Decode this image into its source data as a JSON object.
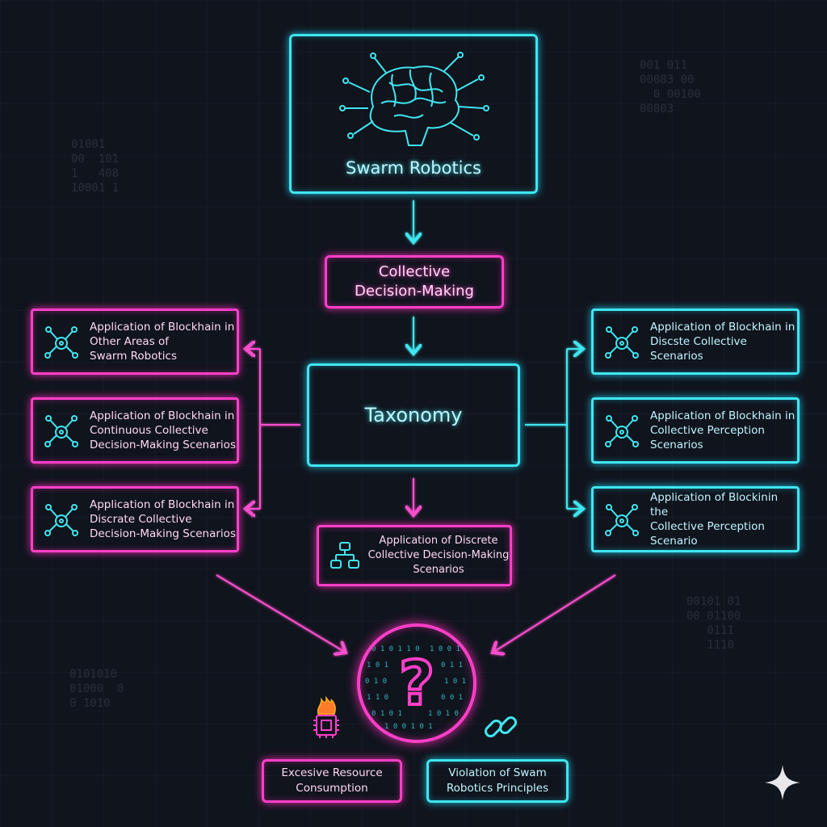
{
  "diagram": {
    "root": {
      "label": "Swarm Robotics",
      "icon": "brain-circuit-icon"
    },
    "level1": {
      "label": "Collective\nDecision-Making"
    },
    "center": {
      "label": "Taxonomy"
    },
    "left_items": [
      {
        "label": "Application of Blockhain in\nOther Areas of\nSwarm Robotics",
        "icon": "network-node-icon"
      },
      {
        "label": "Application of Blockhain in\nContinuous Collective\nDecision-Making Scenarios",
        "icon": "network-node-icon"
      },
      {
        "label": "Application of Blockhain in\nDiscrate Collective\nDecision-Making Scenarios",
        "icon": "network-node-icon"
      }
    ],
    "right_items": [
      {
        "label": "Application of Blockhain in\nDiscste Collective\nScenarios",
        "icon": "network-node-icon"
      },
      {
        "label": "Application of Blockhain in\nCollective Perception\nScenarios",
        "icon": "network-node-icon"
      },
      {
        "label": "Application of Blockinin the\nCollective Perception\nScenario",
        "icon": "network-node-icon"
      }
    ],
    "bottom_center": {
      "label": "Application of Discrete\nCollective Decision-Making\nScenarios",
      "icon": "flowchart-icon"
    },
    "question": {
      "icon": "question-mark-icon"
    },
    "issues": [
      {
        "label": "Excesive Resource\nConsumption",
        "icon": "burning-chip-icon",
        "color": "#ff3fc8"
      },
      {
        "label": "Violation of Swam\nRobotics Principles",
        "icon": "chain-link-icon",
        "color": "#3fe6f0"
      }
    ]
  },
  "colors": {
    "cyan": "#3fe6f0",
    "pink": "#ff3fc8",
    "background": "#10141d"
  },
  "decor": {
    "corner_icon": "sparkle-icon"
  }
}
